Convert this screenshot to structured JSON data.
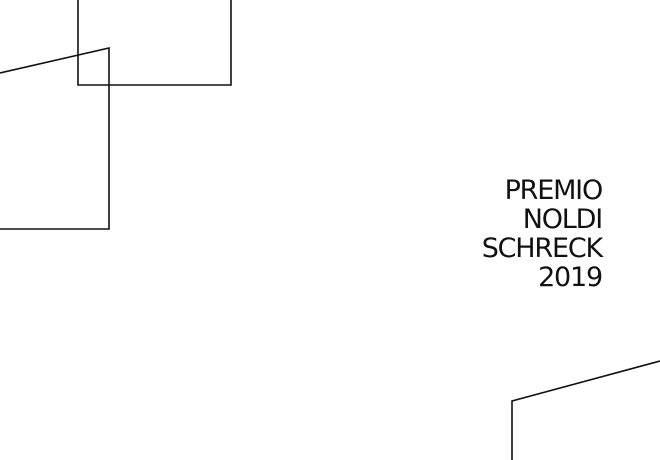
{
  "title": {
    "line1": "PREMIO",
    "line2": "NOLDI",
    "line3": "SCHRECK",
    "line4": "2019"
  },
  "colors": {
    "background": "#ffffff",
    "ink": "#111111"
  }
}
